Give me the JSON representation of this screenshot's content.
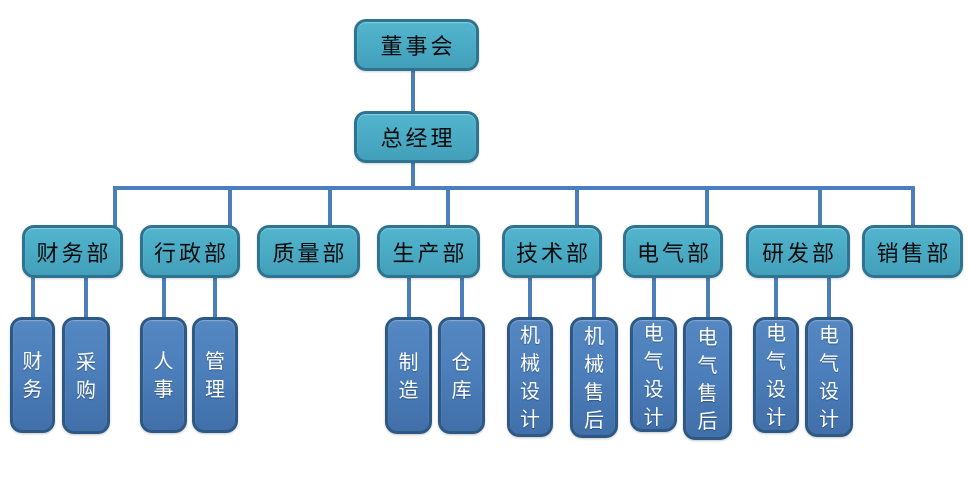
{
  "diagram": {
    "type": "org-chart",
    "root": {
      "label": "董事会"
    },
    "manager": {
      "label": "总经理"
    },
    "departments": [
      {
        "label": "财务部",
        "children": [
          {
            "label": "财务"
          },
          {
            "label": "采购"
          }
        ]
      },
      {
        "label": "行政部",
        "children": [
          {
            "label": "人事"
          },
          {
            "label": "管理"
          }
        ]
      },
      {
        "label": "质量部",
        "children": []
      },
      {
        "label": "生产部",
        "children": [
          {
            "label": "制造"
          },
          {
            "label": "仓库"
          }
        ]
      },
      {
        "label": "技术部",
        "children": [
          {
            "label": "机械设计"
          },
          {
            "label": "机械售后"
          }
        ]
      },
      {
        "label": "电气部",
        "children": [
          {
            "label": "电气设计"
          },
          {
            "label": "电气售后"
          }
        ]
      },
      {
        "label": "研发部",
        "children": [
          {
            "label": "电气设计"
          },
          {
            "label": "电气设计"
          }
        ]
      },
      {
        "label": "销售部",
        "children": []
      }
    ]
  },
  "palette": {
    "teal_fill": "#4BACC6",
    "teal_border": "#2E7490",
    "blue_fill": "#4C7FBB",
    "blue_border": "#2E5984",
    "connector": "#4A7EBC",
    "text_dark": "#0B0B0B",
    "text_light": "#FFFFFF",
    "background": "#FFFFFF"
  }
}
